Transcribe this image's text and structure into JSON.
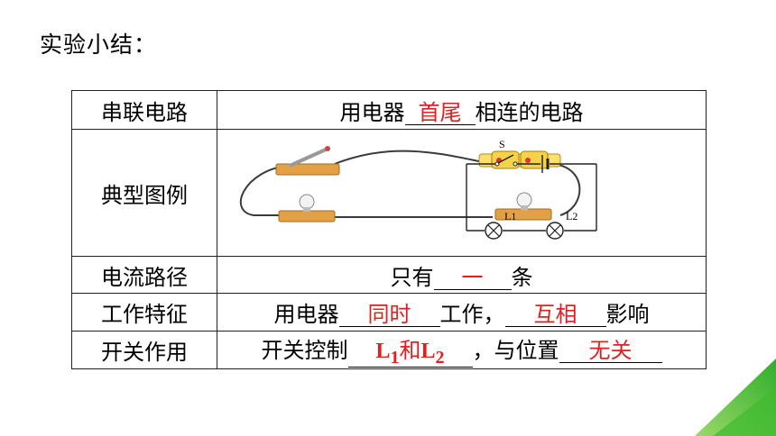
{
  "heading": "实验小结：",
  "rows": {
    "series": {
      "label": "串联电路",
      "pre": "用电器",
      "blank": "首尾",
      "post": "相连的电路"
    },
    "diagram": {
      "label": "典型图例",
      "switch_label": "S",
      "lamp1_label": "L1",
      "lamp2_label": "L2"
    },
    "path": {
      "label": "电流路径",
      "pre": "只有",
      "blank": "一",
      "post": "条"
    },
    "work": {
      "label": "工作特征",
      "pre": "用电器",
      "blank1": "同时",
      "mid": "工作，",
      "blank2": "互相",
      "post": "影响"
    },
    "switch": {
      "label": "开关作用",
      "pre": "开关控制",
      "blank_L": "L",
      "blank_sub1": "1",
      "blank_and": "和",
      "blank_L2": "L",
      "blank_sub2": "2",
      "mid": "，与位置",
      "blank2": "无关"
    }
  },
  "colors": {
    "answer": "#e02020",
    "accent_green": "#3fba2d"
  }
}
